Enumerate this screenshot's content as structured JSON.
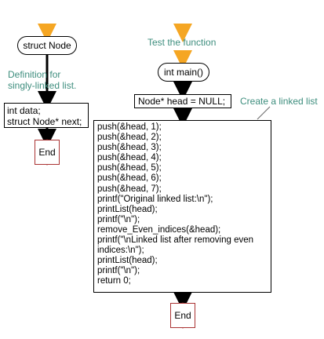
{
  "left_flow": {
    "start_label": "struct Node",
    "note": [
      "Definition for",
      "singly-linked list."
    ],
    "fields": [
      "int data;",
      "struct Node* next;"
    ],
    "end_label": "End"
  },
  "right_flow": {
    "note_test": "Test the function",
    "main_label": "int main()",
    "decl": "Node* head = NULL;",
    "note_create": "Create a linked list",
    "code": [
      "push(&head, 1);",
      "push(&head, 2);",
      "push(&head, 3);",
      "push(&head, 4);",
      "push(&head, 5);",
      "push(&head, 6);",
      "push(&head, 7);",
      "printf(\"Original linked list:\\n\");",
      "printList(head);",
      "printf(\"\\n\");",
      "remove_Even_indices(&head);",
      "printf(\"\\nLinked list after removing even",
      "indices:\\n\");",
      "printList(head);",
      "printf(\"\\n\");",
      "return 0;"
    ],
    "end_label": "End"
  },
  "colors": {
    "start_arrow": "#f5a623",
    "note_text": "#3e8e7e",
    "end_border": "#a33333",
    "connector": "#000000"
  }
}
